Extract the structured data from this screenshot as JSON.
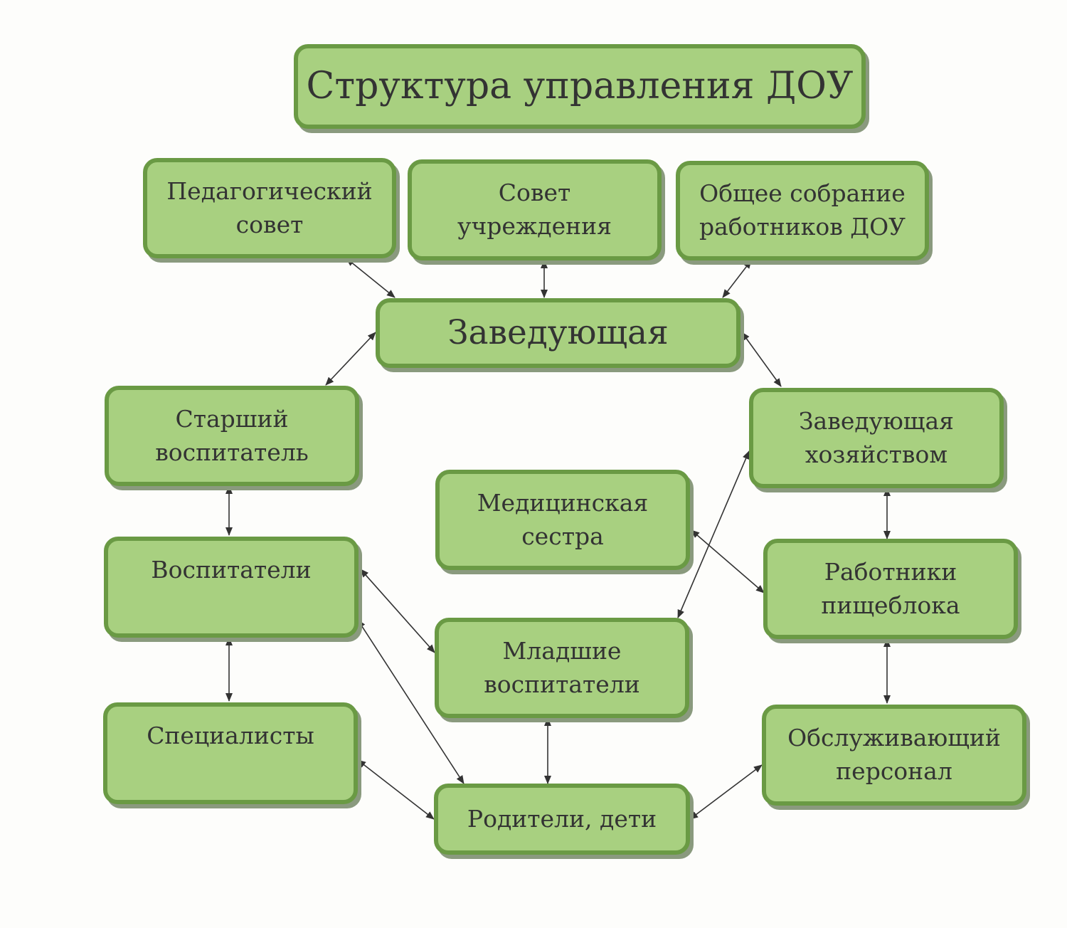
{
  "nodes": {
    "title": "Структура управления ДОУ",
    "ped_council": "Педагогический\nсовет",
    "inst_council": "Совет\nучреждения",
    "general_meeting": "Общее собрание\nработников ДОУ",
    "head": "Заведующая",
    "senior_educator": "Старший\nвоспитатель",
    "household_head": "Заведующая\nхозяйством",
    "nurse": "Медицинская\nсестра",
    "educators": "Воспитатели",
    "catering_staff": "Работники\nпищеблока",
    "junior_educators": "Младшие\nвоспитатели",
    "specialists": "Специалисты",
    "service_staff": "Обслуживающий\nперсонал",
    "parents_children": "Родители, дети"
  },
  "edges": [
    {
      "from": "ped_council",
      "to": "head"
    },
    {
      "from": "inst_council",
      "to": "head"
    },
    {
      "from": "general_meeting",
      "to": "head"
    },
    {
      "from": "head",
      "to": "senior_educator"
    },
    {
      "from": "head",
      "to": "household_head"
    },
    {
      "from": "senior_educator",
      "to": "educators"
    },
    {
      "from": "educators",
      "to": "specialists"
    },
    {
      "from": "educators",
      "to": "junior_educators"
    },
    {
      "from": "educators",
      "to": "parents_children"
    },
    {
      "from": "specialists",
      "to": "parents_children"
    },
    {
      "from": "junior_educators",
      "to": "parents_children"
    },
    {
      "from": "junior_educators",
      "to": "household_head"
    },
    {
      "from": "nurse",
      "to": "catering_staff"
    },
    {
      "from": "household_head",
      "to": "catering_staff"
    },
    {
      "from": "catering_staff",
      "to": "service_staff"
    },
    {
      "from": "service_staff",
      "to": "parents_children"
    }
  ],
  "colors": {
    "node_fill": "#a8d080",
    "node_border": "#6a9a44",
    "edge": "#333333"
  }
}
